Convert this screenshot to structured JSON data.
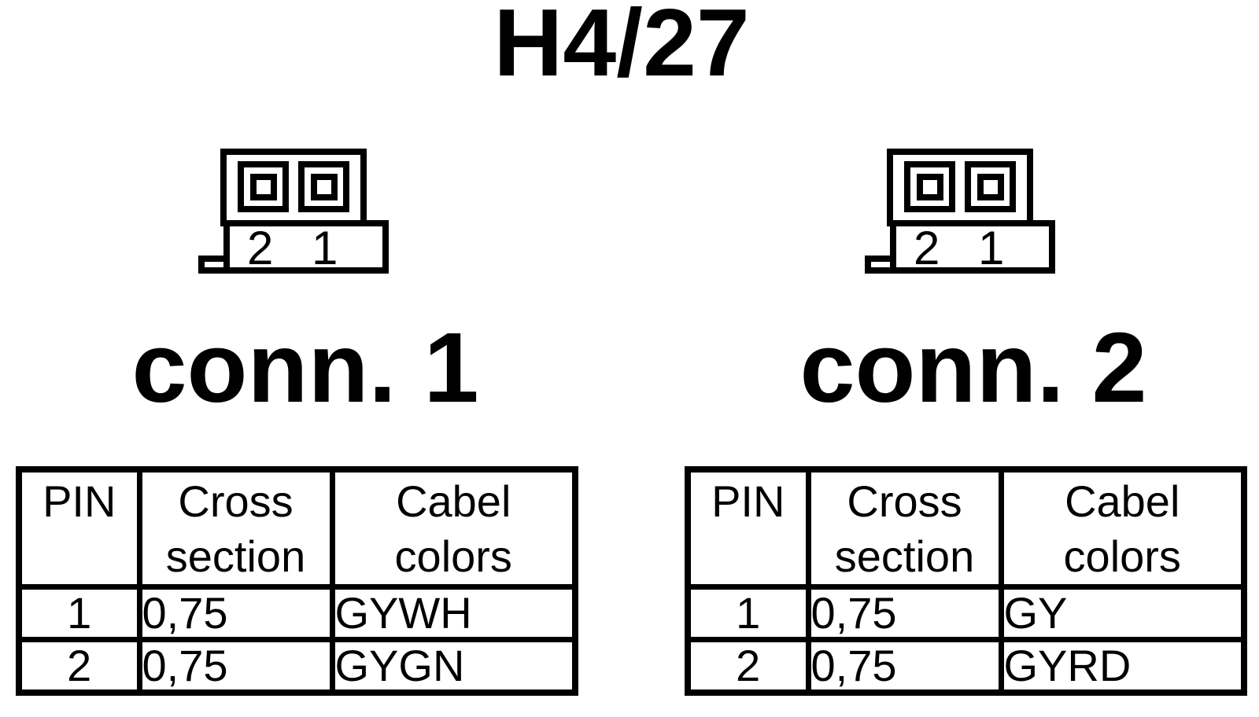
{
  "page": {
    "title": "H4/27"
  },
  "colors": {
    "ink": "#000000",
    "background": "#ffffff"
  },
  "connectors": [
    {
      "label": "conn. 1",
      "pin_numbers": [
        "2",
        "1"
      ]
    },
    {
      "label": "conn. 2",
      "pin_numbers": [
        "2",
        "1"
      ]
    }
  ],
  "tables": [
    {
      "headers": [
        "PIN",
        "Cross section",
        "Cabel colors"
      ],
      "rows": [
        [
          "1",
          "0,75",
          "GYWH"
        ],
        [
          "2",
          "0,75",
          "GYGN"
        ]
      ]
    },
    {
      "headers": [
        "PIN",
        "Cross section",
        "Cabel colors"
      ],
      "rows": [
        [
          "1",
          "0,75",
          "GY"
        ],
        [
          "2",
          "0,75",
          "GYRD"
        ]
      ]
    }
  ]
}
